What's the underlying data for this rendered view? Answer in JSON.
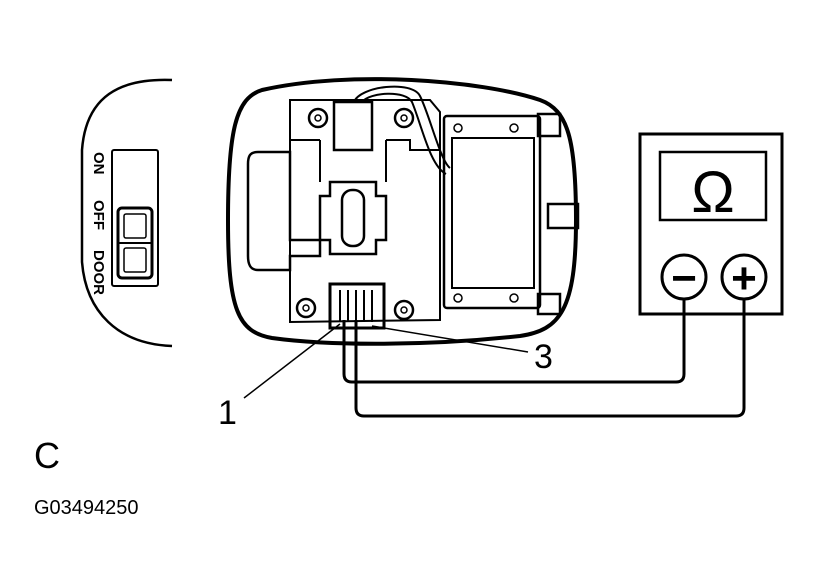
{
  "switch_panel": {
    "label_on": "ON",
    "label_off": "OFF",
    "label_door": "DOOR"
  },
  "meter": {
    "display_symbol": "Ω",
    "negative_symbol": "−",
    "positive_symbol": "+"
  },
  "callouts": {
    "terminal_1": "1",
    "terminal_3": "3"
  },
  "view_label": "C",
  "figure_id": "G03494250",
  "colors": {
    "ink": "#000000",
    "background": "#ffffff"
  }
}
